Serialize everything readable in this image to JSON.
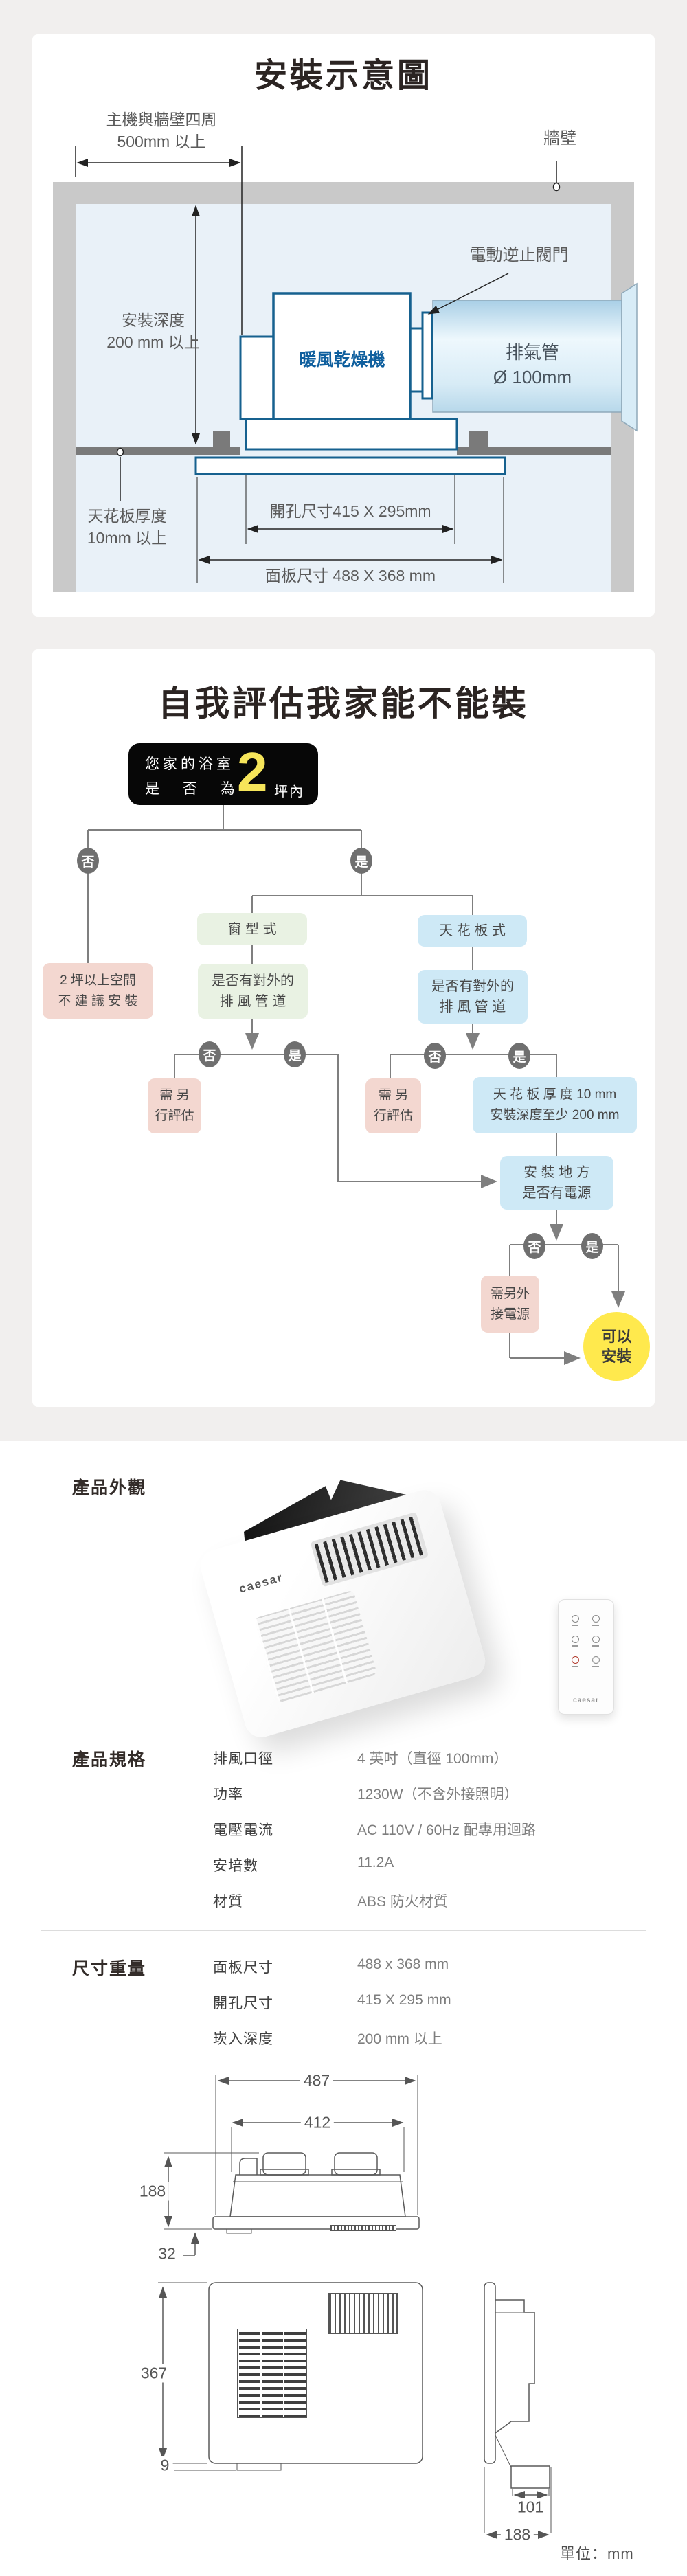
{
  "install": {
    "title": "安裝示意圖",
    "labels": {
      "clearance_1": "主機與牆壁四周",
      "clearance_2": "500mm 以上",
      "wall": "牆壁",
      "valve": "電動逆止閥門",
      "depth_1": "安裝深度",
      "depth_2": "200 mm 以上",
      "unit": "暖風乾燥機",
      "pipe_1": "排氣管",
      "pipe_2": "Ø 100mm",
      "ceiling_1": "天花板厚度",
      "ceiling_2": "10mm 以上",
      "opening": "開孔尺寸415 X 295mm",
      "panel": "面板尺寸 488 X 368 mm"
    }
  },
  "flowchart": {
    "title": "自我評估我家能不能裝",
    "start": {
      "line1": "您家的浴室",
      "line2": "是 否 為",
      "big": "2",
      "suffix": "坪內"
    },
    "no": "否",
    "yes": "是",
    "reject_1": "2 坪以上空間",
    "reject_2": "不 建 議 安 裝",
    "window_type": "窗 型 式",
    "ceiling_type": "天 花 板 式",
    "duct_q_1": "是否有對外的",
    "duct_q_2": "排 風 管 道",
    "need_eval_1": "需 另",
    "need_eval_2": "行評估",
    "ceiling_req_1": "天 花 板 厚 度 10 mm",
    "ceiling_req_2": "安裝深度至少 200 mm",
    "power_q_1": "安 裝 地 方",
    "power_q_2": "是否有電源",
    "need_power_1": "需另外",
    "need_power_2": "接電源",
    "ok_1": "可以",
    "ok_2": "安裝"
  },
  "product": {
    "appearance_heading": "產品外觀",
    "brand": "caesar",
    "specs_heading": "產品規格",
    "specs": [
      {
        "label": "排風口徑",
        "value": "4 英吋（直徑 100mm）"
      },
      {
        "label": "功率",
        "value": "1230W（不含外接照明）"
      },
      {
        "label": "電壓電流",
        "value": "AC 110V / 60Hz 配專用迴路"
      },
      {
        "label": "安培數",
        "value": "11.2A"
      },
      {
        "label": "材質",
        "value": "ABS 防火材質"
      }
    ],
    "dims_heading": "尺寸重量",
    "dims": [
      {
        "label": "面板尺寸",
        "value": "488 x 368 mm"
      },
      {
        "label": "開孔尺寸",
        "value": "415 X 295 mm"
      },
      {
        "label": "崁入深度",
        "value": "200 mm 以上"
      }
    ],
    "drawing": {
      "w_outer": "487",
      "w_inner": "412",
      "h_body": "188",
      "h_panel": "32",
      "h_front": "367",
      "h_tab": "9",
      "duct_w": "101",
      "side_depth": "188",
      "unit_note": "單位：mm"
    }
  }
}
